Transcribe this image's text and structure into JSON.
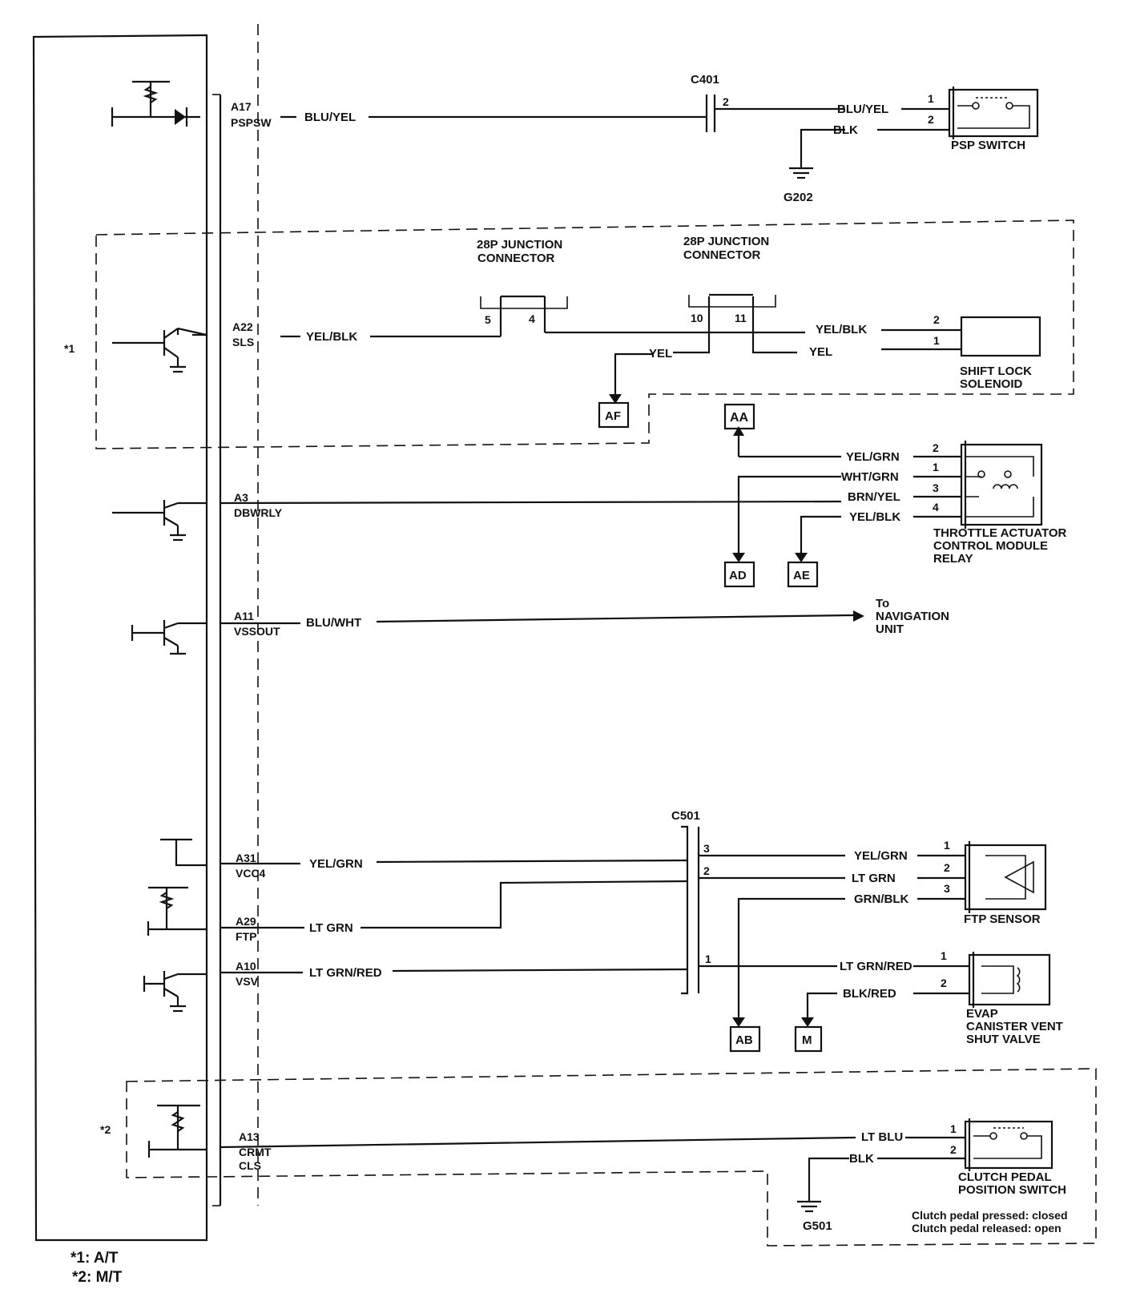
{
  "pcm": {
    "terminals": [
      {
        "pin": "A17",
        "name": "PSPSW"
      },
      {
        "pin": "A22",
        "name": "SLS"
      },
      {
        "pin": "A3",
        "name": "DBWRLY"
      },
      {
        "pin": "A11",
        "name": "VSSOUT"
      },
      {
        "pin": "A31",
        "name": "VCC4"
      },
      {
        "pin": "A29",
        "name": "FTP"
      },
      {
        "pin": "A10",
        "name": "VSV"
      },
      {
        "pin": "A13",
        "name": "CRMT",
        "name2": "CLS"
      }
    ]
  },
  "wires": {
    "psp_left": "BLU/YEL",
    "psp_right": "BLU/YEL",
    "psp_blk": "BLK",
    "sls_left": "YEL/BLK",
    "sls_right": "YEL/BLK",
    "yel_a": "YEL",
    "yel_b": "YEL",
    "relay_1": "YEL/GRN",
    "relay_2": "WHT/GRN",
    "relay_3": "BRN/YEL",
    "relay_4": "YEL/BLK",
    "vss": "BLU/WHT",
    "vcc4_left": "YEL/GRN",
    "vcc4_right": "YEL/GRN",
    "ftp_left": "LT GRN",
    "ftp_right": "LT GRN",
    "ftp_3": "GRN/BLK",
    "vsv_left": "LT GRN/RED",
    "vsv_right": "LT GRN/RED",
    "vsv_2": "BLK/RED",
    "clutch_1": "LT BLU",
    "clutch_2": "BLK"
  },
  "connectors": {
    "c401": "C401",
    "c401_pin": "2",
    "c501": "C501",
    "c501_pins": [
      "3",
      "2",
      "1"
    ],
    "junction1": "28P JUNCTION\nCONNECTOR",
    "junction1_l1": "28P JUNCTION",
    "junction1_l2": "CONNECTOR",
    "junction1_pins": [
      "5",
      "4"
    ],
    "junction2_l1": "28P JUNCTION",
    "junction2_l2": "CONNECTOR",
    "junction2_pins": [
      "10",
      "11"
    ]
  },
  "grounds": {
    "g202": "G202",
    "g501": "G501"
  },
  "components": {
    "psp_l1": "PSP SWITCH",
    "psp_pins": [
      "1",
      "2"
    ],
    "sls_l1": "SHIFT LOCK",
    "sls_l2": "SOLENOID",
    "sls_pins": [
      "2",
      "1"
    ],
    "relay_l1": "THROTTLE ACTUATOR",
    "relay_l2": "CONTROL MODULE",
    "relay_l3": "RELAY",
    "relay_pins": [
      "2",
      "1",
      "3",
      "4"
    ],
    "nav_l1": "To",
    "nav_l2": "NAVIGATION",
    "nav_l3": "UNIT",
    "ftp": "FTP SENSOR",
    "ftp_pins": [
      "1",
      "2",
      "3"
    ],
    "evap_l1": "EVAP",
    "evap_l2": "CANISTER VENT",
    "evap_l3": "SHUT VALVE",
    "evap_pins": [
      "1",
      "2"
    ],
    "clutch_l1": "CLUTCH PEDAL",
    "clutch_l2": "POSITION SWITCH",
    "clutch_pins": [
      "1",
      "2"
    ],
    "clutch_note1": "Clutch pedal pressed: closed",
    "clutch_note2": "Clutch pedal released: open"
  },
  "refs": {
    "af": "AF",
    "aa": "AA",
    "ad": "AD",
    "ae": "AE",
    "ab": "AB",
    "m": "M"
  },
  "notes": {
    "n1_mark": "*1",
    "n2_mark": "*2",
    "n1": "*1: A/T",
    "n2": "*2: M/T"
  }
}
